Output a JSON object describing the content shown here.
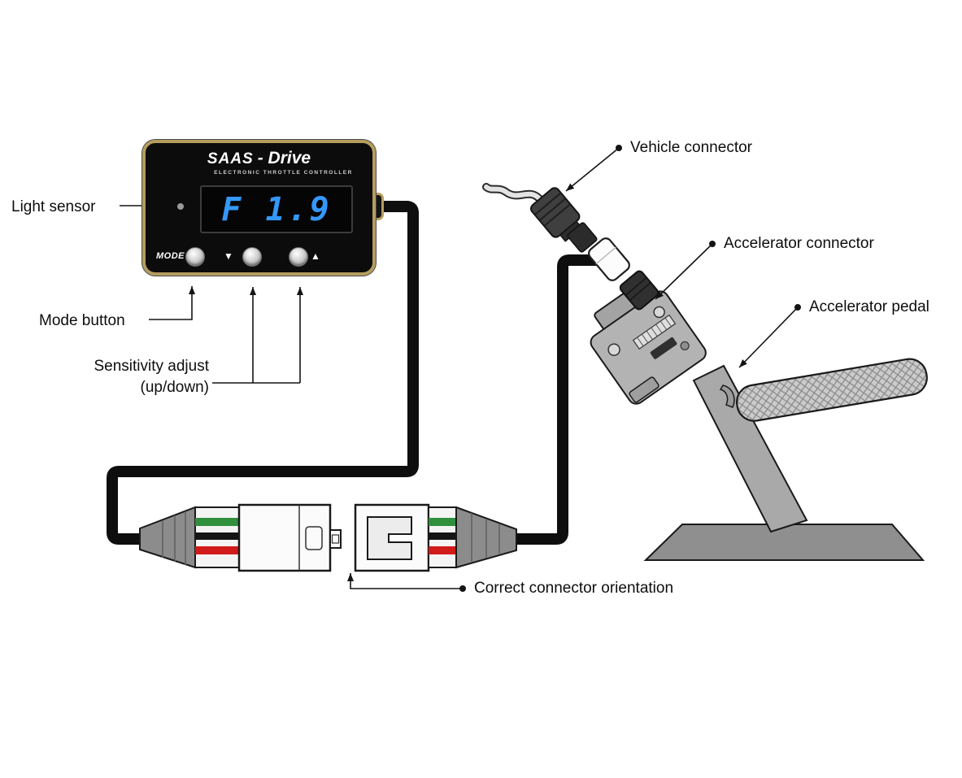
{
  "device": {
    "brand": "SAAS",
    "brand_suffix": "- Drive",
    "subtitle": "ELECTRONIC THROTTLE CONTROLLER",
    "display_value": "F 1.9",
    "mode_label": "MODE",
    "down_symbol": "▼",
    "up_symbol": "▲"
  },
  "labels": {
    "light_sensor": "Light sensor",
    "mode_button": "Mode button",
    "sensitivity_line1": "Sensitivity adjust",
    "sensitivity_line2": "(up/down)",
    "vehicle_connector": "Vehicle connector",
    "accelerator_connector": "Accelerator connector",
    "accelerator_pedal": "Accelerator pedal",
    "correct_orientation": "Correct connector orientation"
  },
  "colors": {
    "bezel": "#b59d5e",
    "display_text": "#3498fb",
    "cable": "#0e0e0e"
  },
  "wire_colors": [
    "#2f8f3c",
    "#151515",
    "#d11a1a"
  ]
}
